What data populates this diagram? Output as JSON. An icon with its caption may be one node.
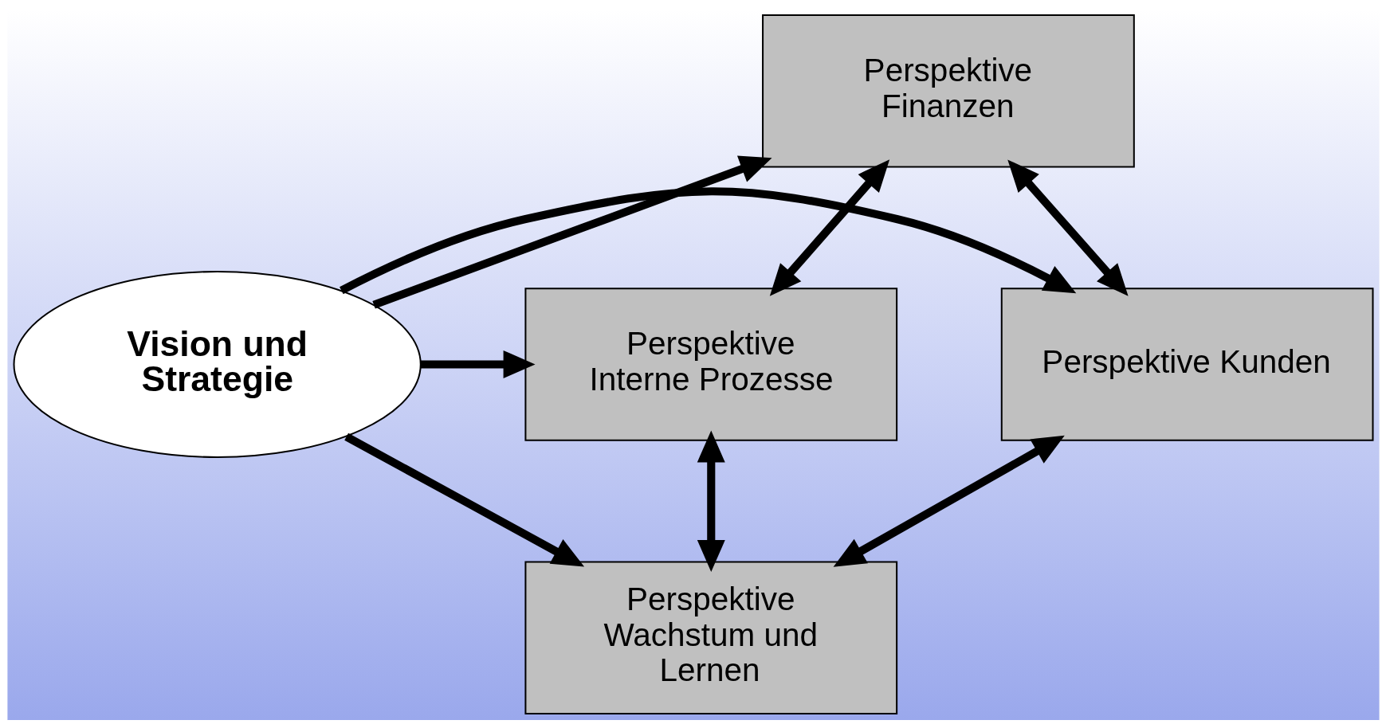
{
  "diagram": {
    "nodes": [
      {
        "text": [
          "Perspektive Finanzen"
        ]
      },
      {
        "text": [
          "Perspektive Kunden"
        ]
      },
      {
        "text": [
          "Vision und Strategie"
        ]
      },
      {
        "text": [
          "Perspektive Interne Prozesse"
        ]
      },
      {
        "text": [
          "Perspektive Wachstum und Lernen"
        ]
      }
    ],
    "edges": [
      {
        "from": 2,
        "to": 0,
        "arrow": "to"
      },
      {
        "from": 2,
        "to": 1,
        "arrow": "to"
      },
      {
        "from": 2,
        "to": 3,
        "arrow": "to"
      },
      {
        "from": 2,
        "to": 4,
        "arrow": "to"
      },
      {
        "from": 0,
        "to": 1,
        "arrow": "both"
      },
      {
        "from": 0,
        "to": 3,
        "arrow": "both"
      },
      {
        "from": 1,
        "to": 4,
        "arrow": "both"
      },
      {
        "from": 3,
        "to": 4,
        "arrow": "both"
      }
    ]
  }
}
